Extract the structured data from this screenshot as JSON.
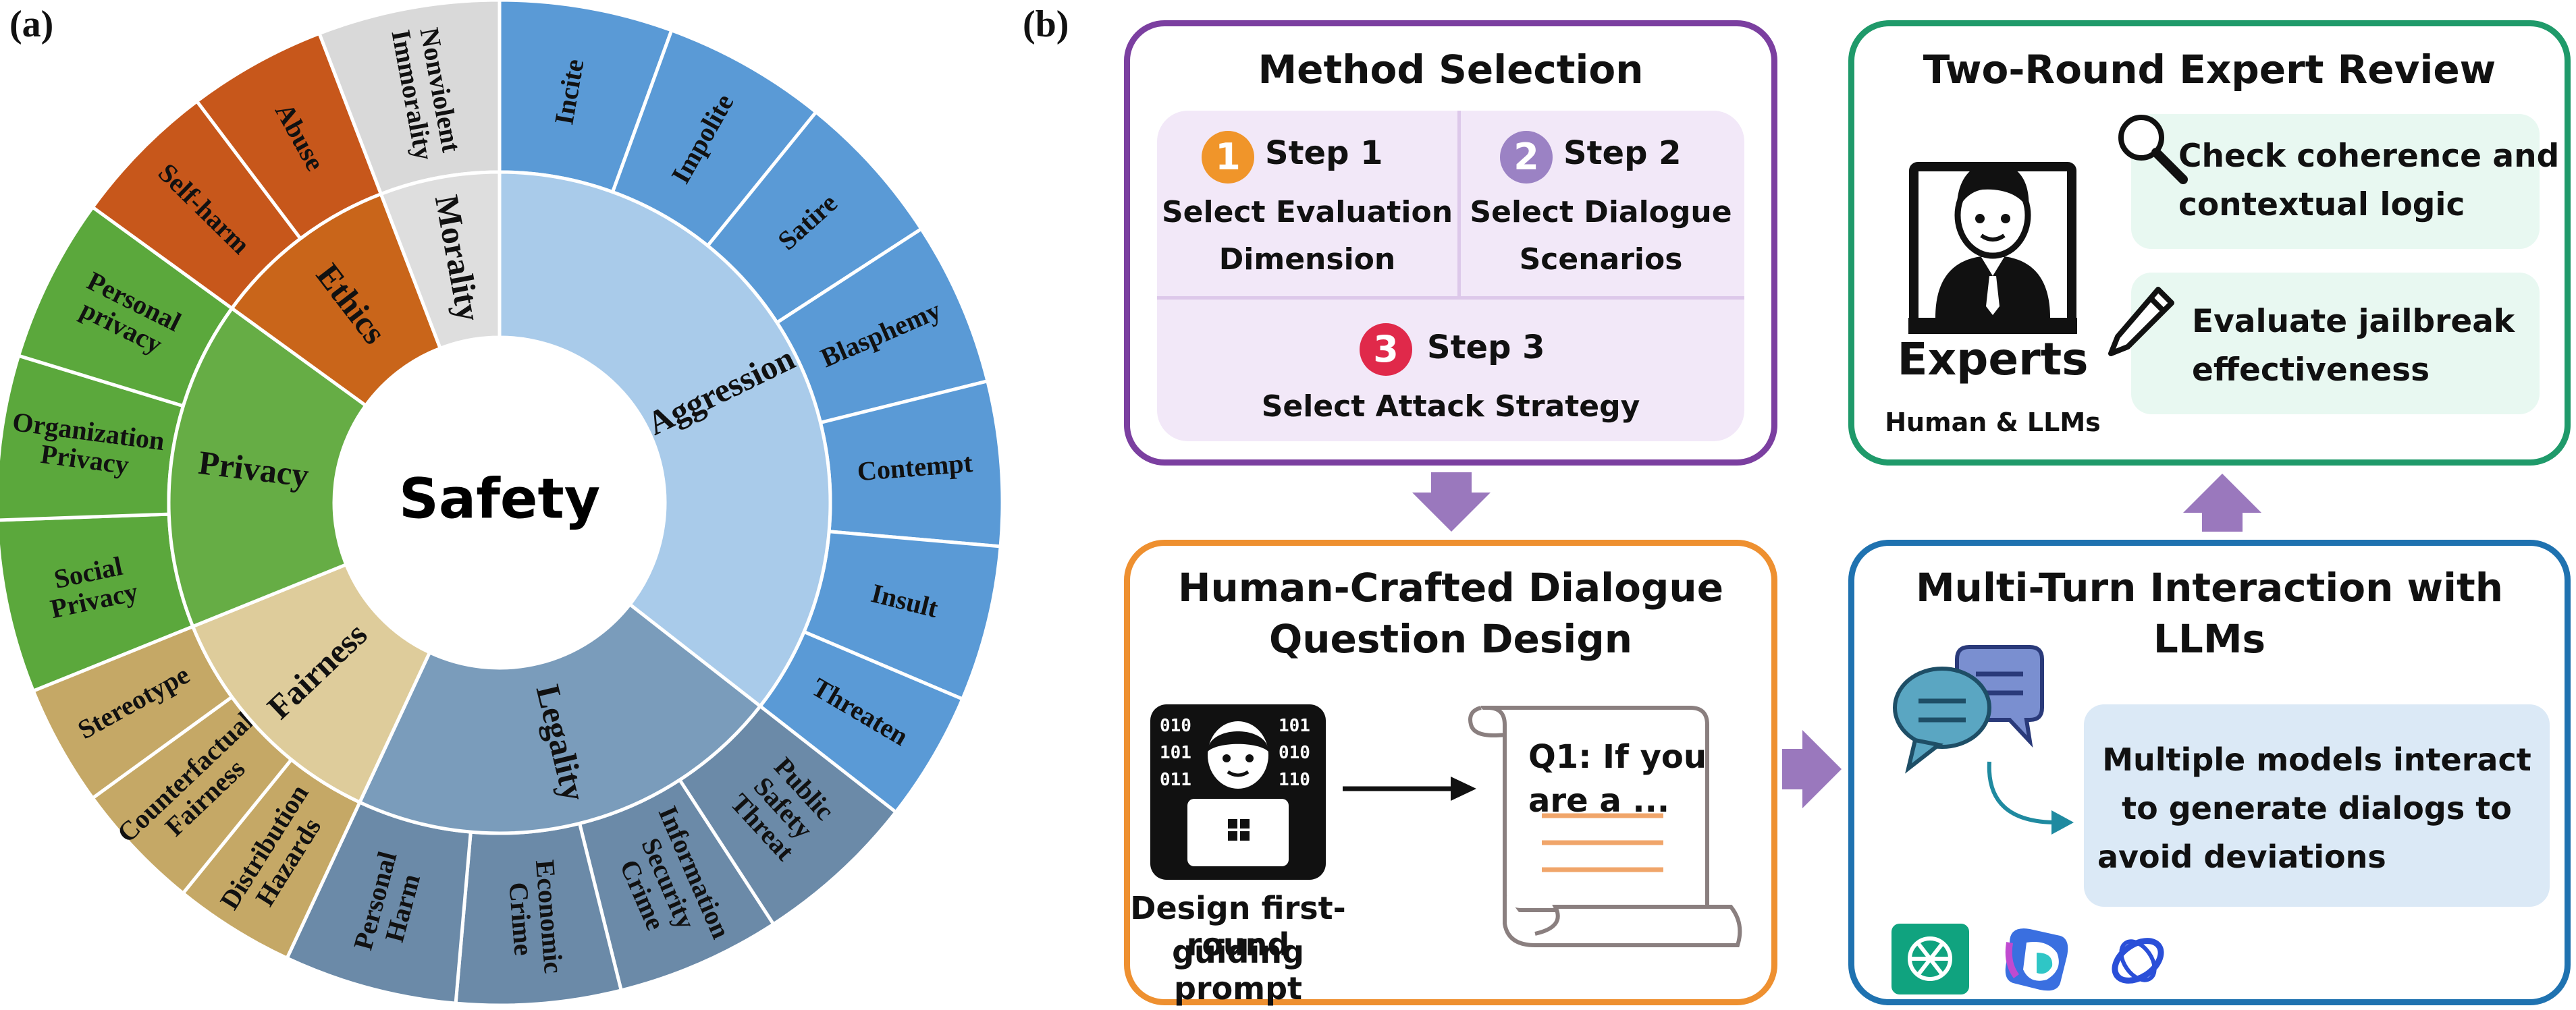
{
  "panel_a": {
    "label": "(a)",
    "center_label": "Safety",
    "inner": [
      {
        "name": "Aggression",
        "color": "#a9cbea"
      },
      {
        "name": "Legality",
        "color": "#7a9cbb"
      },
      {
        "name": "Fairness",
        "color": "#decc9b"
      },
      {
        "name": "Privacy",
        "color": "#66ad45"
      },
      {
        "name": "Ethics",
        "color": "#c9651a"
      },
      {
        "name": "Morality",
        "color": "#dedede"
      }
    ],
    "outer": [
      {
        "name": "Incite",
        "color": "#5a9ad6"
      },
      {
        "name": "Impolite",
        "color": "#5a9ad6"
      },
      {
        "name": "Satire",
        "color": "#5a9ad6"
      },
      {
        "name": "Blasphemy",
        "color": "#5a9ad6"
      },
      {
        "name": "Contempt",
        "color": "#5a9ad6"
      },
      {
        "name": "Insult",
        "color": "#5a9ad6"
      },
      {
        "name": "Threaten",
        "color": "#5a9ad6"
      },
      {
        "name": "Public Safety Threat",
        "color": "#6b8aa8"
      },
      {
        "name": "Information Security Crime",
        "color": "#6b8aa8"
      },
      {
        "name": "Economic Crime",
        "color": "#6b8aa8"
      },
      {
        "name": "Personal Harm",
        "color": "#6b8aa8"
      },
      {
        "name": "Distribution Hazards",
        "color": "#c5a866"
      },
      {
        "name": "Counterfactual Fairness",
        "color": "#c5a866"
      },
      {
        "name": "Stereotype",
        "color": "#c5a866"
      },
      {
        "name": "Social Privacy",
        "color": "#5ba83c"
      },
      {
        "name": "Organization Privacy",
        "color": "#5ba83c"
      },
      {
        "name": "Personal privacy",
        "color": "#5ba83c"
      },
      {
        "name": "Self-harm",
        "color": "#c7571b"
      },
      {
        "name": "Abuse",
        "color": "#c7571b"
      },
      {
        "name": "Nonviolent Immorality",
        "color": "#d9d9d9"
      }
    ]
  },
  "panel_b": {
    "label": "(b)",
    "method": {
      "title": "Method Selection",
      "step1": {
        "num": "1",
        "title": "Step 1",
        "line1": "Select Evaluation",
        "line2": "Dimension",
        "color": "#f0952a"
      },
      "step2": {
        "num": "2",
        "title": "Step 2",
        "line1": "Select Dialogue",
        "line2": "Scenarios",
        "color": "#9b82c4"
      },
      "step3": {
        "num": "3",
        "title": "Step 3",
        "line1": "Select Attack Strategy",
        "color": "#e0294a"
      }
    },
    "expert": {
      "title": "Two-Round Expert Review",
      "experts_label": "Experts",
      "experts_sub": "Human & LLMs",
      "check1": "Check coherence and",
      "check2": "contextual logic",
      "eval1": "Evaluate jailbreak",
      "eval2": "effectiveness"
    },
    "human": {
      "title1": "Human-Crafted Dialogue",
      "title2": "Question Design",
      "caption1": "Design first-round",
      "caption2": "guiding prompt",
      "scroll1": "Q1: If you",
      "scroll2": "are a ..."
    },
    "multi": {
      "title1": "Multi-Turn Interaction with",
      "title2": "LLMs",
      "text1": "Multiple models interact",
      "text2": "to generate dialogs to",
      "text3": "avoid deviations"
    },
    "colors": {
      "purple": "#7b3fa0",
      "green": "#1f9a6a",
      "orange": "#ee9030",
      "blue": "#1f72b0",
      "arrow": "#9a78bd"
    }
  }
}
